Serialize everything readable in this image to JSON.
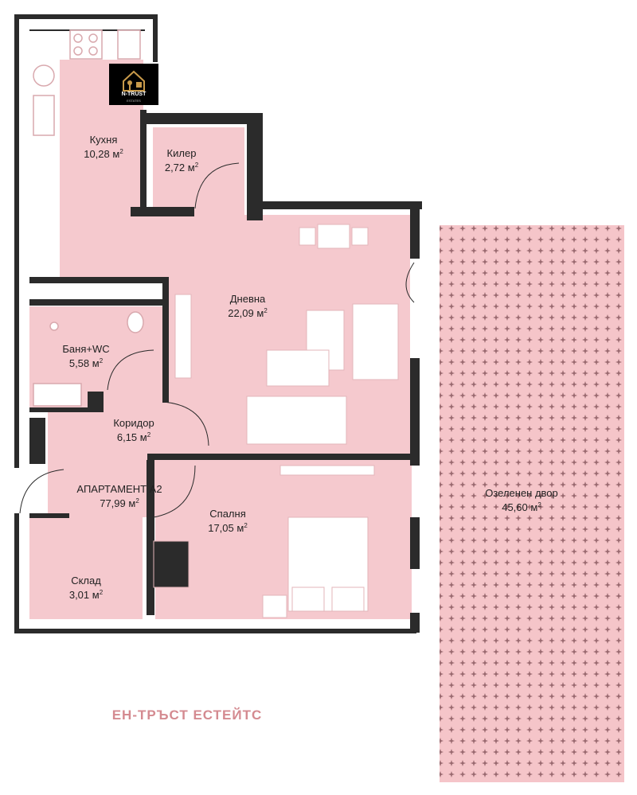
{
  "colors": {
    "room_fill": "#f5c9ce",
    "wall": "#2b2b2b",
    "yard_fill": "#f5c5c9",
    "yard_dot": "#9a6a70",
    "brand": "#d48a90",
    "furniture": "#ffffff"
  },
  "logo": {
    "name": "N-TRUST",
    "sub": "ESTATES",
    "icon": "house-key-icon"
  },
  "rooms": [
    {
      "id": "kitchen",
      "name": "Кухня",
      "area": "10,28 м",
      "unit_sup": "2"
    },
    {
      "id": "pantry",
      "name": "Килер",
      "area": "2,72 м",
      "unit_sup": "2"
    },
    {
      "id": "living",
      "name": "Дневна",
      "area": "22,09 м",
      "unit_sup": "2"
    },
    {
      "id": "bath",
      "name": "Баня+WC",
      "area": "5,58 м",
      "unit_sup": "2"
    },
    {
      "id": "corridor",
      "name": "Коридор",
      "area": "6,15 м",
      "unit_sup": "2"
    },
    {
      "id": "apartment",
      "name": "АПАРТАМЕНТ А2",
      "area": "77,99 м",
      "unit_sup": "2"
    },
    {
      "id": "bedroom",
      "name": "Спалня",
      "area": "17,05 м",
      "unit_sup": "2"
    },
    {
      "id": "storage",
      "name": "Склад",
      "area": "3,01 м",
      "unit_sup": "2"
    },
    {
      "id": "yard",
      "name": "Озеленен двор",
      "area": "45,60 м",
      "unit_sup": "2"
    }
  ],
  "brand_text": "ЕН-ТРЪСТ ЕСТЕЙТС"
}
